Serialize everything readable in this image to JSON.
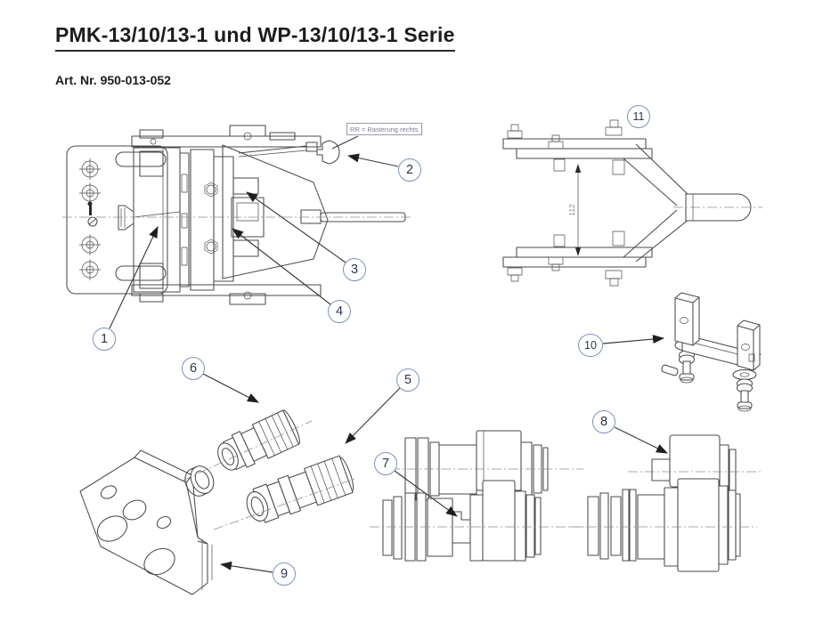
{
  "page": {
    "title": "PMK-13/10/13-1 und WP-13/10/13-1 Serie",
    "art_nr": "Art. Nr. 950-013-052"
  },
  "notes": {
    "rr_note": "RR = Rasterung rechts"
  },
  "dimensions": {
    "fork_height": "112"
  },
  "callouts": [
    {
      "label": "1"
    },
    {
      "label": "2"
    },
    {
      "label": "3"
    },
    {
      "label": "4"
    },
    {
      "label": "5"
    },
    {
      "label": "6"
    },
    {
      "label": "7"
    },
    {
      "label": "8"
    },
    {
      "label": "9"
    },
    {
      "label": "10"
    },
    {
      "label": "11"
    }
  ],
  "colors": {
    "line": "#4a4a4a",
    "centerline": "#8f8f8f",
    "leader": "#3a3a3a",
    "callout_border": "#7d93b6",
    "callout_text": "#2b3550",
    "note_text": "#7c7c99",
    "dimension_text": "#8a8a8a",
    "title_text": "#1c1c1c"
  }
}
